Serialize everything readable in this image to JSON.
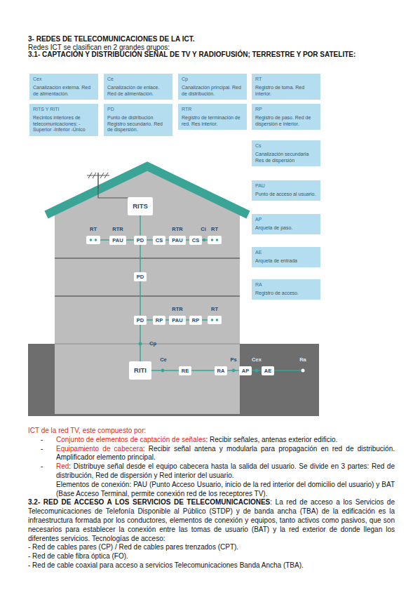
{
  "diagram": {
    "title": "3- REDES DE TELECOMUNICACIONES DE LA ICT.",
    "nodes": [
      {
        "text": [
          "Cex",
          "Canalización externa. Red de alimentación."
        ]
      },
      {
        "text": [
          "Ce",
          "Canalización de enlace. Red de alimentación."
        ]
      },
      {
        "text": [
          "Cp",
          "Canalización principal. Red de distribución."
        ]
      },
      {
        "text": [
          "RT",
          "Registro de toma. Red interior."
        ]
      },
      {
        "text": [
          "RITS Y RITI",
          "Recintos interiores de telecomunicaciones: -Superior -Inferior -Único"
        ]
      },
      {
        "text": [
          "PD",
          "Punto de distribución Registro secundario. Red de dispersión."
        ]
      },
      {
        "text": [
          "RTR",
          "Registro de terminación de red. Res interior."
        ]
      },
      {
        "text": [
          "RP",
          "Registro de paso. Red de dispersión e interior."
        ]
      },
      {
        "text": [
          "Cs",
          "Canalización secundaria Res de dispersión"
        ]
      },
      {
        "text": [
          "PAU",
          "Punto de acceso al usuario."
        ]
      },
      {
        "text": [
          "AP",
          "Arqueta de paso."
        ]
      },
      {
        "text": [
          "AE",
          "Arqueta de entrada"
        ]
      },
      {
        "text": [
          "RA",
          "Registro de acceso."
        ]
      },
      {
        "text": [
          "RITS"
        ]
      },
      {
        "text": [
          "PAU"
        ]
      },
      {
        "text": [
          "PD"
        ]
      },
      {
        "text": [
          "CS"
        ]
      },
      {
        "text": [
          "PAU"
        ]
      },
      {
        "text": [
          "CS"
        ]
      },
      {
        "text": [
          "PD"
        ]
      },
      {
        "text": [
          "PD"
        ]
      },
      {
        "text": [
          "RP"
        ]
      },
      {
        "text": [
          "PAU"
        ]
      },
      {
        "text": [
          "RP"
        ]
      },
      {
        "text": [
          "RITI"
        ]
      },
      {
        "text": [
          "RE"
        ]
      },
      {
        "text": [
          "RA"
        ]
      },
      {
        "text": [
          "AP"
        ]
      },
      {
        "text": [
          "AE"
        ]
      }
    ],
    "edges": [
      {
        "from": 13,
        "to": 15,
        "arrow": "none"
      },
      {
        "from": 15,
        "to": 14,
        "arrow": "none"
      },
      {
        "from": 15,
        "to": 16,
        "arrow": "none"
      },
      {
        "from": 16,
        "to": 17,
        "arrow": "none"
      },
      {
        "from": 17,
        "to": 18,
        "arrow": "none"
      },
      {
        "from": 15,
        "to": 19,
        "arrow": "none"
      },
      {
        "from": 19,
        "to": 20,
        "arrow": "none"
      },
      {
        "from": 20,
        "to": 21,
        "arrow": "none"
      },
      {
        "from": 21,
        "to": 22,
        "arrow": "none"
      },
      {
        "from": 22,
        "to": 23,
        "arrow": "none"
      },
      {
        "from": 20,
        "to": 24,
        "arrow": "none"
      },
      {
        "from": 24,
        "to": 25,
        "arrow": "none"
      },
      {
        "from": 25,
        "to": 26,
        "arrow": "none"
      },
      {
        "from": 26,
        "to": 27,
        "arrow": "none"
      },
      {
        "from": 27,
        "to": 28,
        "arrow": "none"
      }
    ],
    "labels": [
      "Redes ICT se clasifican en 2 grandes grupos:",
      "3.1- CAPTACIÓN Y DISTRIBUCIÓN SEÑAL DE TV Y RADIOFUSIÓN; TERRESTRE Y POR SATELITE:",
      "RT",
      "RTR",
      "RTR",
      "Ci",
      "RT",
      "RTR",
      "RT",
      "Cp",
      "Ce",
      "Ps",
      "Cex",
      "Ra",
      "ICT de la red TV, este compuesto por:",
      "-",
      "Conjunto de elementos de captación de señales",
      ": Recibir señales, antenas exterior edificio.",
      "-",
      "Equipamiento de cabecera",
      ": Recibir señal antena y modularla para propagación en red de distribución. Amplificador elemento principal.",
      "-",
      "Red",
      ": Distribuye señal desde el equipo cabecera hasta la salida del usuario. Se divide en 3 partes: Red de distribución, Red de dispersión y Red interior del usuario.",
      "Elementos de conexión: PAU (Punto Acceso Usuario, inicio de la red interior del domicilio del usuario) y BAT (Base Acceso Terminal, permite conexión red de los receptores TV).",
      "3.2- RED DE ACCESO A LOS SERVICIOS DE TELECOMUNICACIONES",
      ": La red de acceso a los Servicios de Telecomunicaciones de Telefonía Disponible al Público (STDP) y de banda ancha (TBA) de la edificación es la infraestructura formada por los conductores, elementos de conexión y equipos, tanto activos como pasivos, que son necesarios para establecer la conexión entre las tomas de usuario (BAT) y la red exterior de donde llegan los diferentes servicios. Tecnologías de acceso:",
      "- Red de cables pares (CP) / Red de cables pares trenzados (CPT).",
      "- Red de cable fibra óptica (FO).",
      "- Red de cable coaxial para acceso a servicios Telecomunicaciones Banda Ancha (TBA)."
    ]
  }
}
